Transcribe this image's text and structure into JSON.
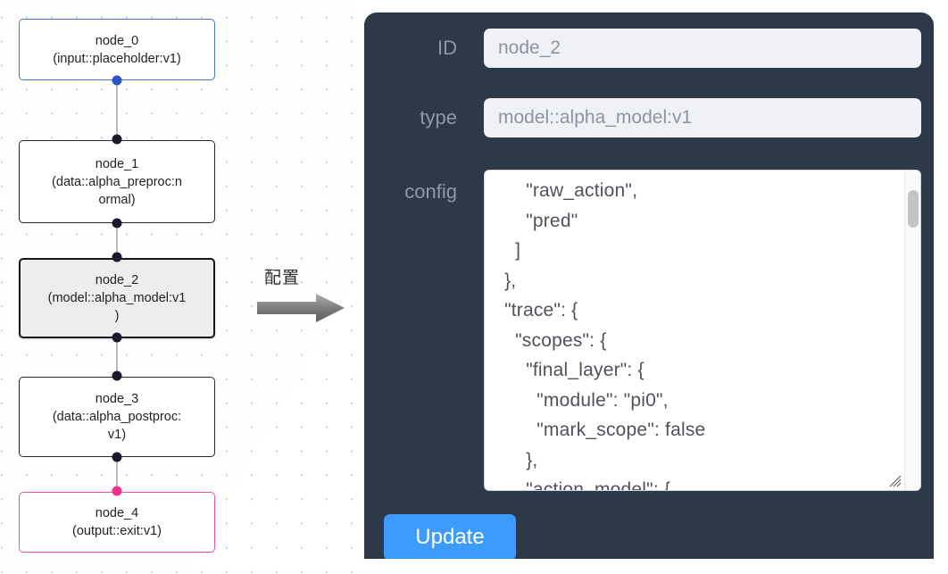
{
  "graph": {
    "background": "#ffffff",
    "dot_color": "#c9c9d4",
    "edge_color": "#b9bcc4",
    "nodes": [
      {
        "id": "node_0",
        "title": "node_0",
        "subtitle": "(input::placeholder:v1)",
        "label": "node_0\n(input::placeholder:v1)",
        "accent": "#4a72c4",
        "selected": false,
        "handle_color": "#2a56c6"
      },
      {
        "id": "node_1",
        "title": "node_1",
        "subtitle": "(data::alpha_preproc:normal)",
        "label": "node_1\n(data::alpha_preproc:n\normal)",
        "accent": "#26262e",
        "selected": false,
        "handle_color": "#1a1a2e"
      },
      {
        "id": "node_2",
        "title": "node_2",
        "subtitle": "(model::alpha_model:v1)",
        "label": "node_2\n(model::alpha_model:v1\n)",
        "accent": "#16161c",
        "selected": true,
        "handle_color": "#1a1a2e"
      },
      {
        "id": "node_3",
        "title": "node_3",
        "subtitle": "(data::alpha_postproc:v1)",
        "label": "node_3\n(data::alpha_postproc:\nv1)",
        "accent": "#26262e",
        "selected": false,
        "handle_color": "#1a1a2e"
      },
      {
        "id": "node_4",
        "title": "node_4",
        "subtitle": "(output::exit:v1)",
        "label": "node_4\n(output::exit:v1)",
        "accent": "#ec4f9b",
        "selected": false,
        "handle_color": "#f0318b"
      }
    ]
  },
  "arrow": {
    "caption": "配置",
    "color": "#8a8a8a"
  },
  "panel": {
    "background": "#2d3848",
    "fields": [
      {
        "label": "ID",
        "value": "node_2"
      },
      {
        "label": "type",
        "value": "model::alpha_model:v1"
      }
    ],
    "id_label": "ID",
    "id_value": "node_2",
    "type_label": "type",
    "type_value": "model::alpha_model:v1",
    "config_label": "config",
    "config_value": "      \"raw_action\",\n      \"pred\"\n    ]\n  },\n  \"trace\": {\n    \"scopes\": {\n      \"final_layer\": {\n        \"module\": \"pi0\",\n        \"mark_scope\": false\n      },\n      \"action_model\": {",
    "update_label": "Update",
    "update_color": "#3d9bfb"
  }
}
